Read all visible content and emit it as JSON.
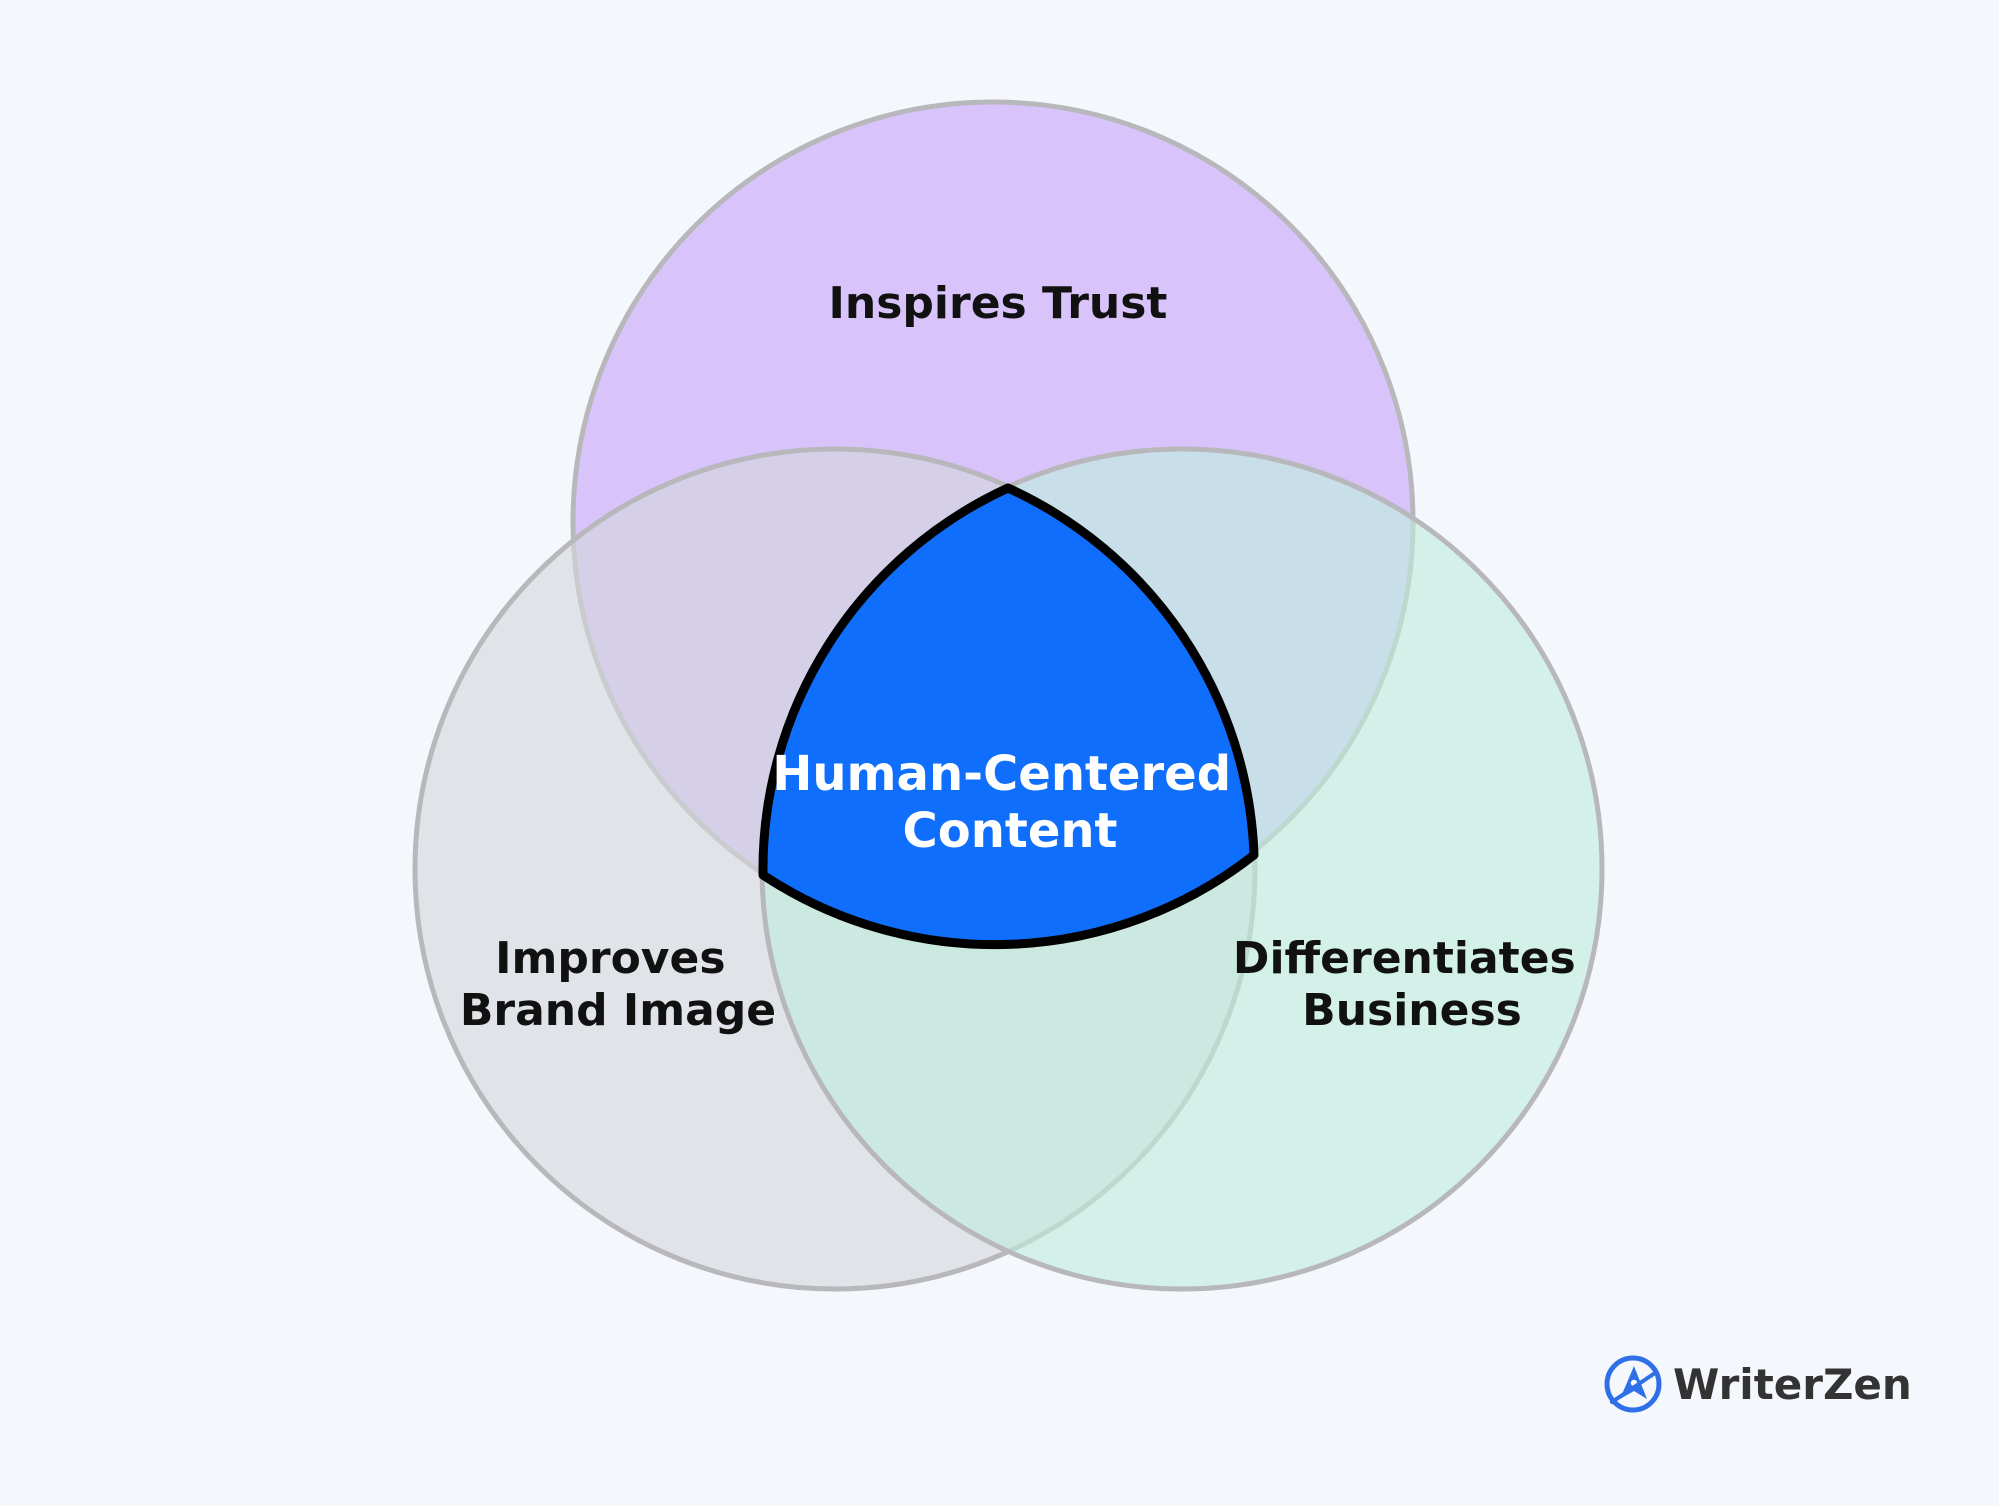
{
  "diagram": {
    "type": "venn-3",
    "sets": [
      {
        "id": "top",
        "label_lines": [
          "Inspires Trust"
        ],
        "fill": "#d4bcfa"
      },
      {
        "id": "left",
        "label_lines": [
          "Improves",
          "Brand Image"
        ],
        "fill": "#d3d7dc"
      },
      {
        "id": "right",
        "label_lines": [
          "Differentiates",
          "Business"
        ],
        "fill": "#bfeedd"
      }
    ],
    "intersection": {
      "label_lines": [
        "Human-Centered",
        "Content"
      ],
      "fill": "#0f6efb",
      "text_color": "#ffffff"
    },
    "background": "#f4f8fc",
    "circle_outline": "#b8b8bc"
  },
  "brand": {
    "name": "WriterZen",
    "icon": "pen-nib-icon",
    "accent": "#2f6fe8"
  }
}
